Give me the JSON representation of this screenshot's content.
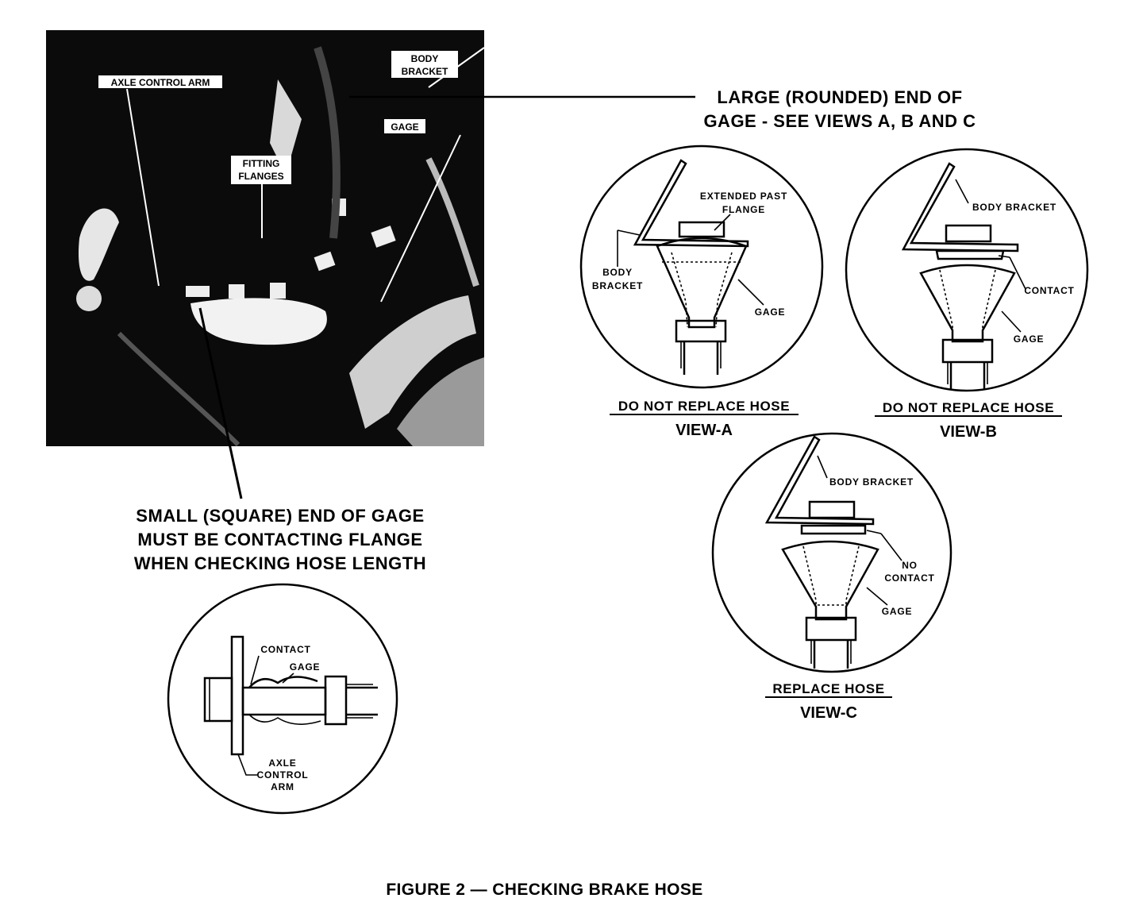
{
  "photo": {
    "labels": {
      "axle_control_arm": "AXLE CONTROL ARM",
      "body_bracket_1": "BODY",
      "body_bracket_2": "BRACKET",
      "gage": "GAGE",
      "fitting_flanges_1": "FITTING",
      "fitting_flanges_2": "FLANGES"
    }
  },
  "callouts": {
    "large_end_line1": "LARGE (ROUNDED) END OF",
    "large_end_line2": "GAGE - SEE VIEWS A, B AND C",
    "small_end_line1": "SMALL (SQUARE) END OF GAGE",
    "small_end_line2": "MUST BE CONTACTING FLANGE",
    "small_end_line3": "WHEN CHECKING HOSE LENGTH"
  },
  "view_a": {
    "extended_1": "EXTENDED PAST",
    "extended_2": "FLANGE",
    "body_1": "BODY",
    "body_2": "BRACKET",
    "gage": "GAGE",
    "caption": "DO NOT REPLACE HOSE",
    "view": "VIEW-A"
  },
  "view_b": {
    "body_bracket": "BODY BRACKET",
    "contact": "CONTACT",
    "gage": "GAGE",
    "caption": "DO NOT REPLACE HOSE",
    "view": "VIEW-B"
  },
  "view_c": {
    "body_bracket": "BODY BRACKET",
    "no": "NO",
    "contact": "CONTACT",
    "gage": "GAGE",
    "caption": "REPLACE HOSE",
    "view": "VIEW-C"
  },
  "detail": {
    "contact": "CONTACT",
    "gage": "GAGE",
    "axle_1": "AXLE",
    "axle_2": "CONTROL",
    "axle_3": "ARM"
  },
  "figure_caption": "FIGURE 2 — CHECKING BRAKE HOSE"
}
